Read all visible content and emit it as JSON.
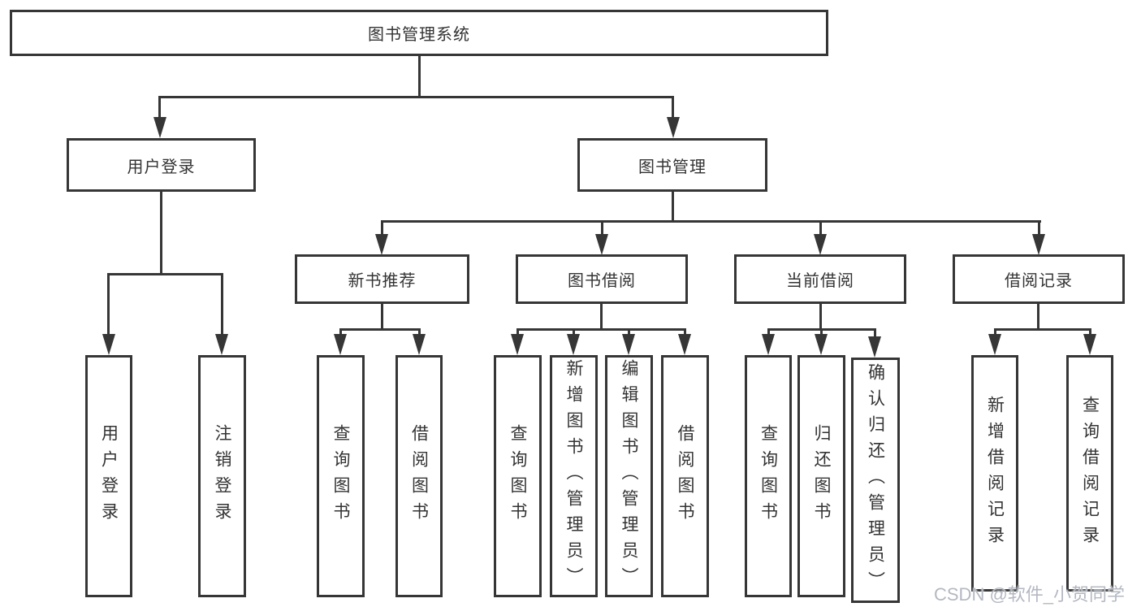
{
  "diagram": {
    "root": {
      "label": "图书管理系统"
    },
    "level2": [
      {
        "label": "用户登录"
      },
      {
        "label": "图书管理"
      }
    ],
    "level3": [
      {
        "label": "新书推荐"
      },
      {
        "label": "图书借阅"
      },
      {
        "label": "当前借阅"
      },
      {
        "label": "借阅记录"
      }
    ],
    "leaves": [
      {
        "label": "用户登录"
      },
      {
        "label": "注销登录"
      },
      {
        "label": "查询图书"
      },
      {
        "label": "借阅图书"
      },
      {
        "label": "查询图书"
      },
      {
        "label": "新增图书（管理员）"
      },
      {
        "label": "编辑图书（管理员）"
      },
      {
        "label": "借阅图书"
      },
      {
        "label": "查询图书"
      },
      {
        "label": "归还图书"
      },
      {
        "label": "确认归还（管理员）"
      },
      {
        "label": "新增借阅记录"
      },
      {
        "label": "查询借阅记录"
      }
    ],
    "watermark": "CSDN @软件_小贺同学",
    "colors": {
      "line": "#363636",
      "text": "#333333",
      "watermark": "#b4b8c2"
    }
  }
}
